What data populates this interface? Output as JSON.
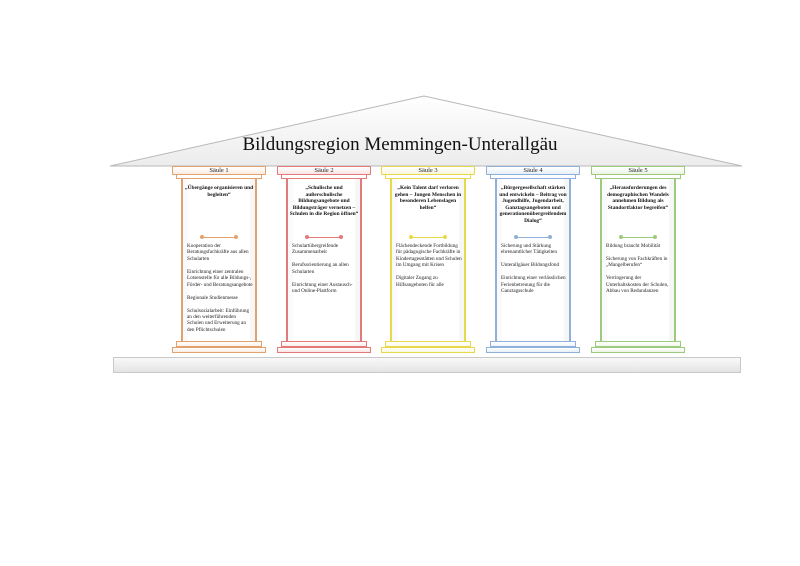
{
  "title": "Bildungsregion Memmingen-Unterallgäu",
  "pillars": [
    {
      "label": "Säule 1",
      "color": "#e3a26d",
      "heading": "„Übergänge organisieren und begleiten“",
      "items": [
        "Kooperation der Beratungsfachkräfte aus allen Schularten",
        "Einrichtung einer zentralen Lotsenstelle für alle Bildungs-, Förder- und Beratungsangebote",
        "Regionale Studienmesse",
        "Schulsozialarbeit: Einführung an den weiterführenden Schulen und Erweiterung an den Pflichtschulen"
      ]
    },
    {
      "label": "Säule 2",
      "color": "#e37a7a",
      "heading": "„Schulische und außerschulische Bildungsangebote und Bildungsträger vernetzen – Schulen in die Region öffnen“",
      "items": [
        "Schulartübergreifende Zusammenarbeit",
        "Berufsorientierung an allen Schularten",
        "Einrichtung einer Austausch- und Online-Plattform"
      ]
    },
    {
      "label": "Säule 3",
      "color": "#e8d84c",
      "heading": "„Kein Talent darf verloren gehen – Jungen Menschen in besonderen Lebenslagen helfen“",
      "items": [
        "Flächendeckende Fortbildung für pädagogische Fachkräfte in Kindertagesstätten und Schulen im Umgang mit Krisen",
        "Digitaler Zugang zu Hilfsangeboten für alle"
      ]
    },
    {
      "label": "Säule 4",
      "color": "#8fb0d8",
      "heading": "„Bürgergesellschaft stärken und entwickeln – Beitrag von Jugendhilfe, Jugendarbeit, Ganztagsangeboten und generationenübergreifendem Dialog“",
      "items": [
        "Sicherung und Stärkung ehrenamtlicher Tätigkeiten",
        "Unterallgäuer Bildungsfond",
        "Einrichtung einer verlässlichen Ferienbetreuung für die Ganztagsschule"
      ]
    },
    {
      "label": "Säule 5",
      "color": "#9dcb7d",
      "heading": "„Herausforderungen des demographischen Wandels annehmen Bildung als Standortfaktor begreifen“",
      "items": [
        "Bildung braucht Mobilität",
        "Sicherung von Fachkräften in „Mangelberufen“",
        "Verringerung der Unterhaltskosten der Schulen, Abbau von Redundanzen"
      ]
    }
  ]
}
